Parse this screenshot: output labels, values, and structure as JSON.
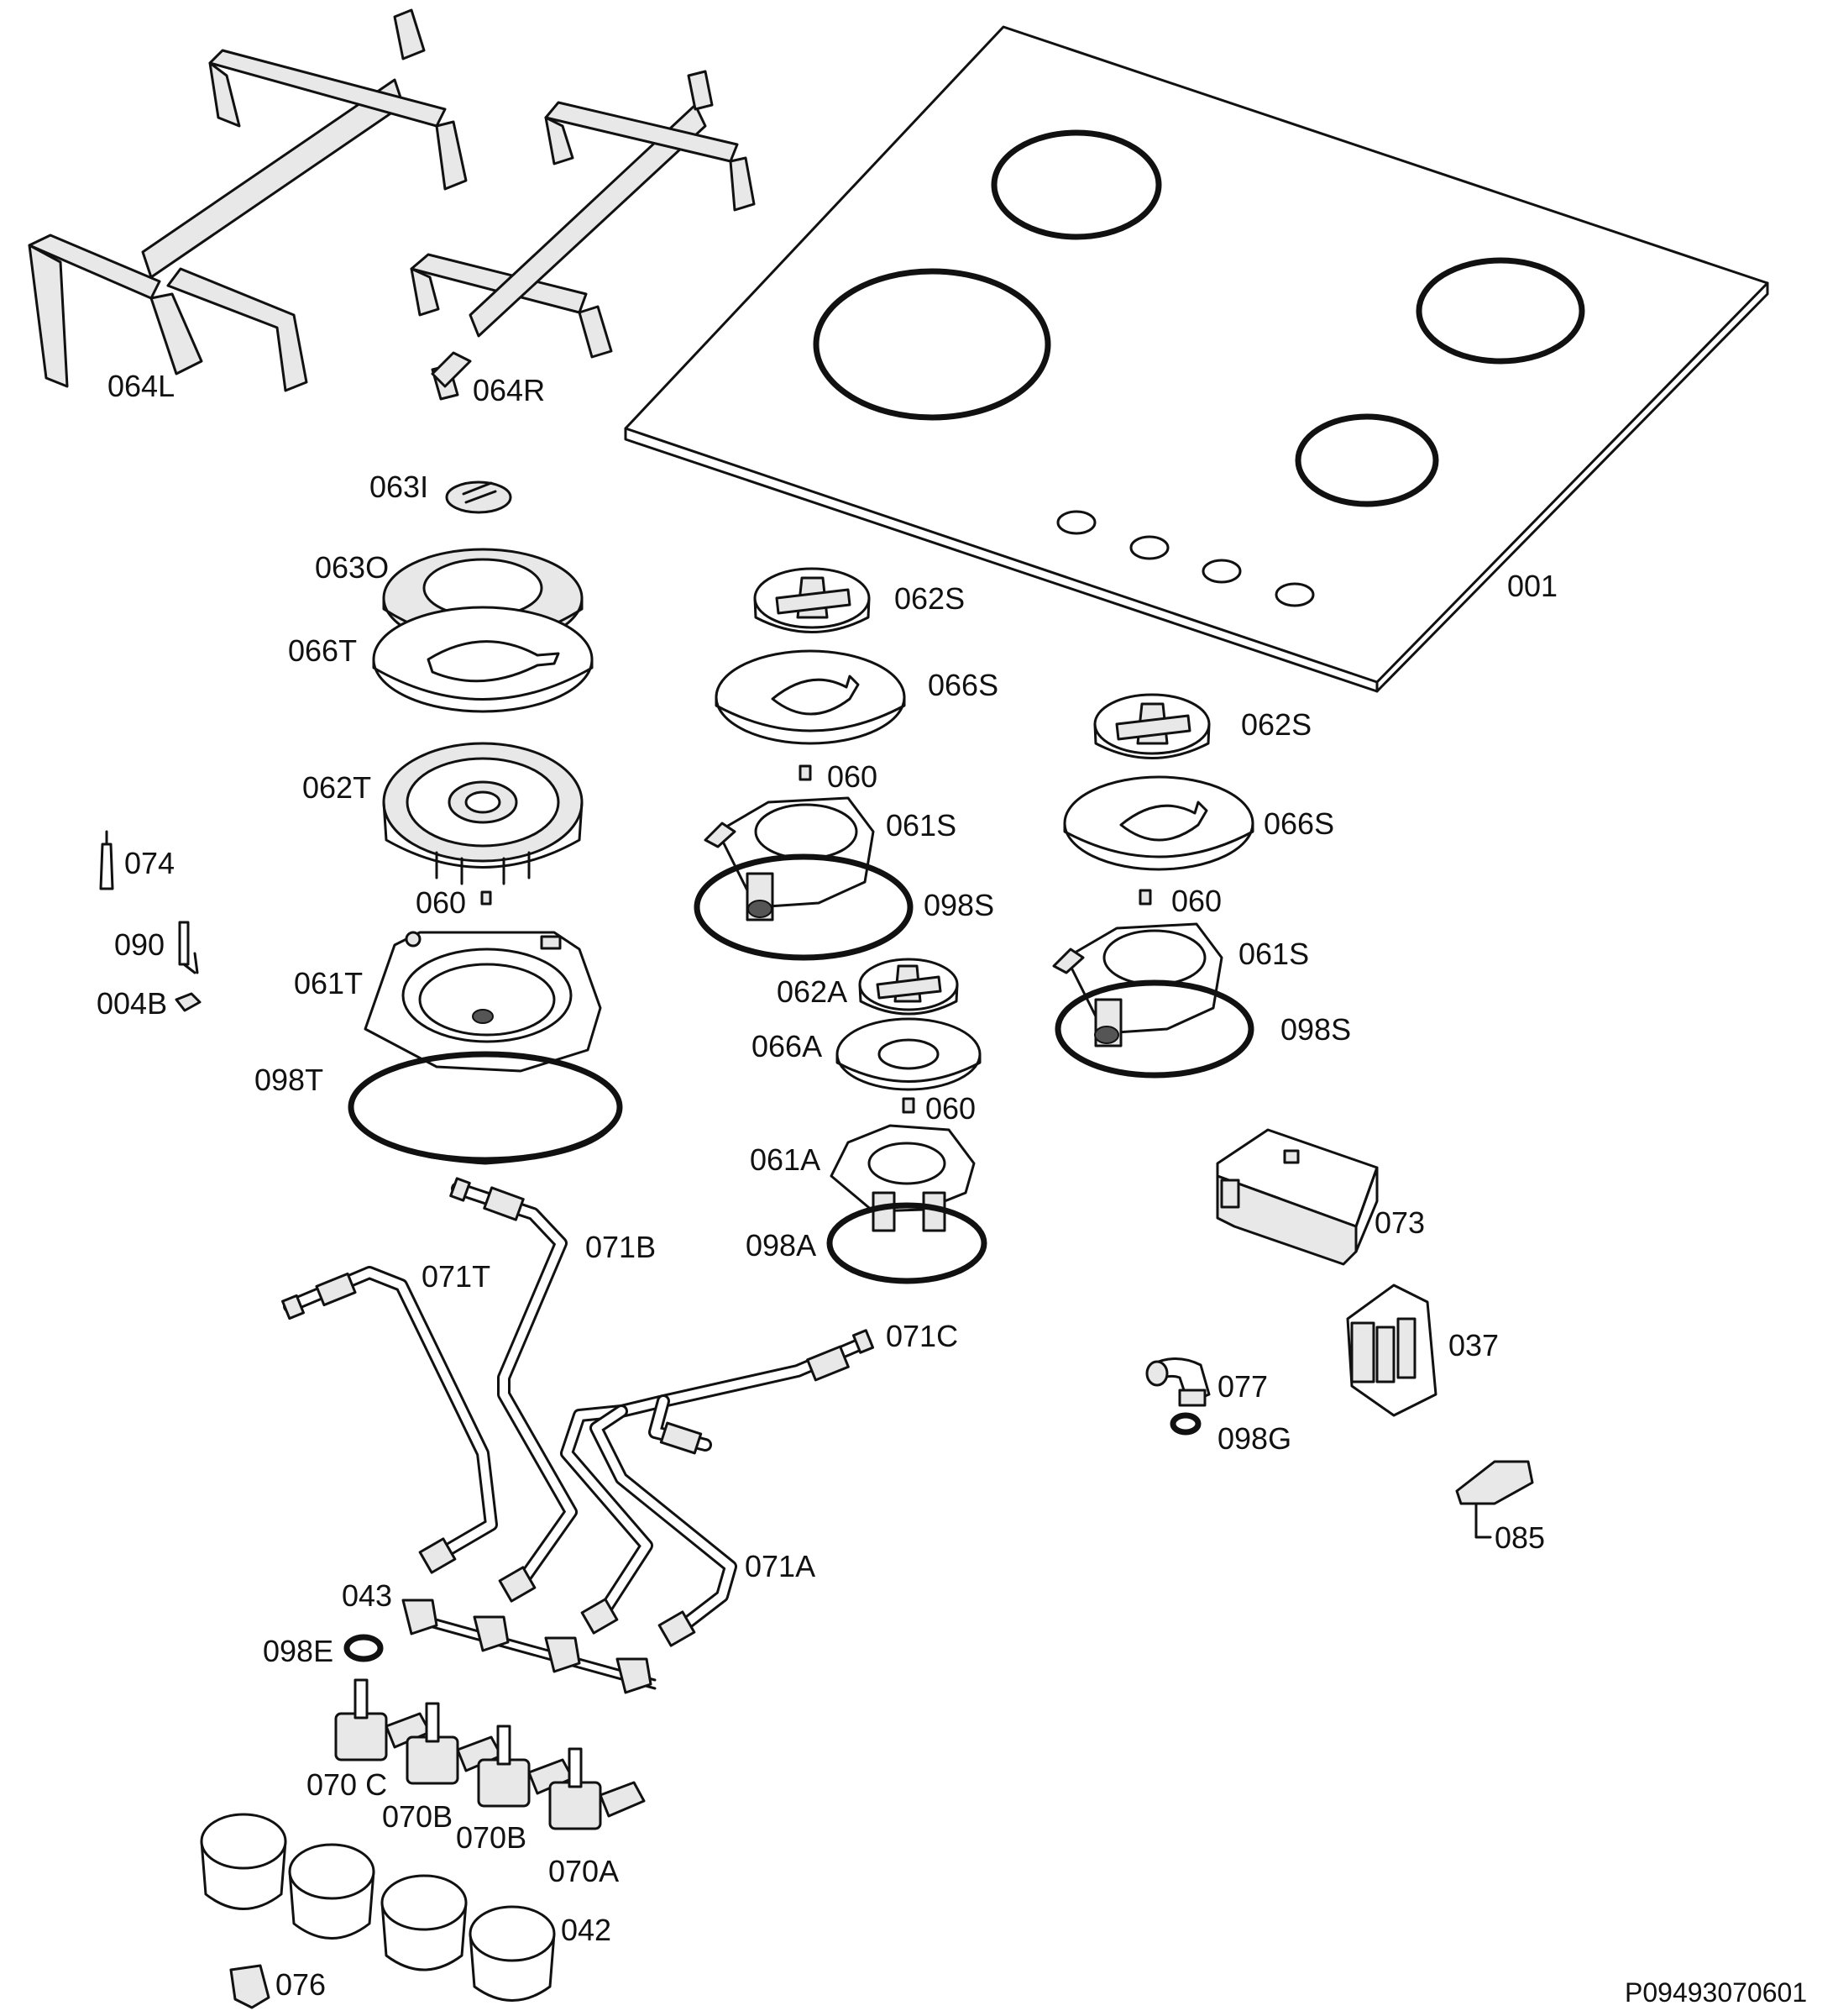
{
  "drawing_code": "P09493070601",
  "labels": {
    "p064L": "064L",
    "p064R": "064R",
    "p001": "001",
    "p063I": "063I",
    "p063O": "063O",
    "p066T": "066T",
    "p062T": "062T",
    "p060_t": "060",
    "p061T": "061T",
    "p098T": "098T",
    "p062S_1": "062S",
    "p066S_1": "066S",
    "p060_s1": "060",
    "p061S_1": "061S",
    "p098S_1": "098S",
    "p062S_2": "062S",
    "p066S_2": "066S",
    "p060_s2": "060",
    "p061S_2": "061S",
    "p098S_2": "098S",
    "p062A": "062A",
    "p066A": "066A",
    "p060_a": "060",
    "p061A": "061A",
    "p098A": "098A",
    "p074": "074",
    "p090": "090",
    "p004B": "004B",
    "p071T": "071T",
    "p071B": "071B",
    "p071C": "071C",
    "p071A": "071A",
    "p043": "043",
    "p098E": "098E",
    "p070C": "070 C",
    "p070B_1": "070B",
    "p070B_2": "070B",
    "p070A": "070A",
    "p042": "042",
    "p076": "076",
    "p073": "073",
    "p037": "037",
    "p077": "077",
    "p098G": "098G",
    "p085": "085"
  }
}
